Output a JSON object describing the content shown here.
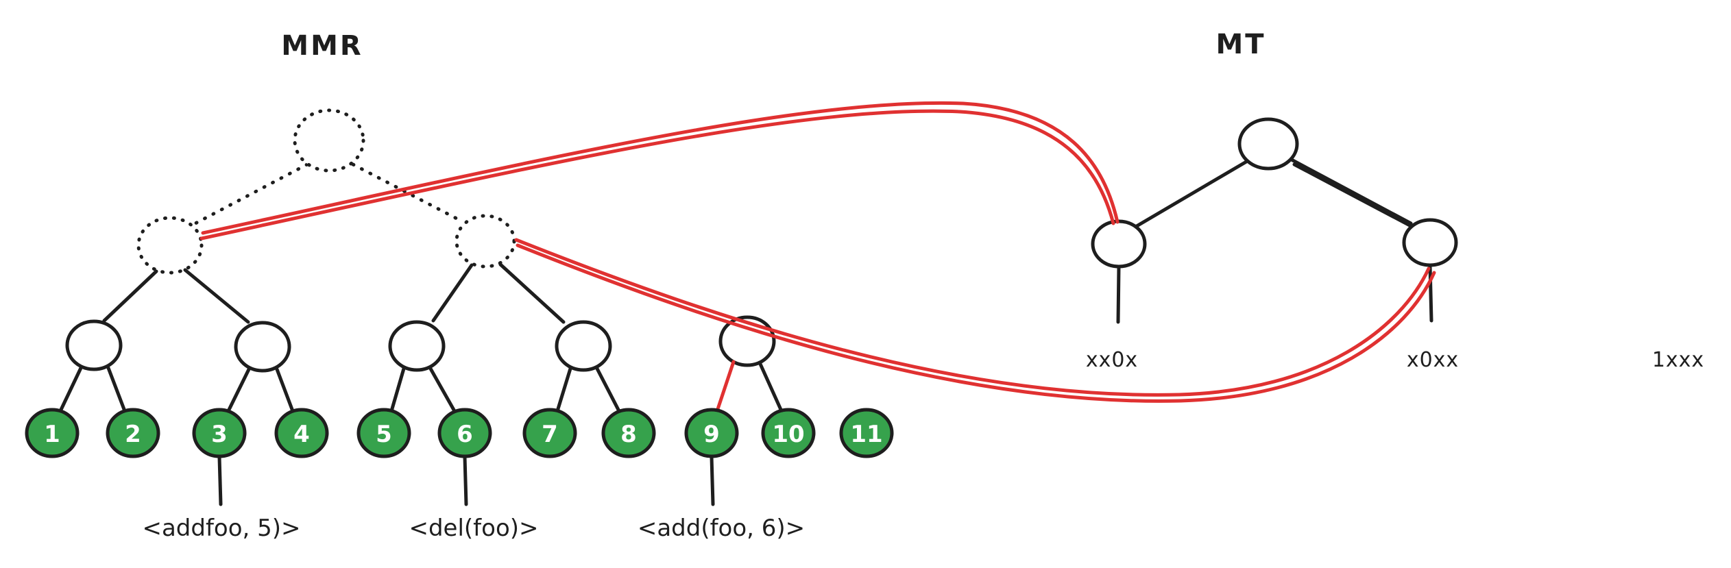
{
  "mmr": {
    "title": "MMR",
    "leaves": [
      "1",
      "2",
      "3",
      "4",
      "5",
      "6",
      "7",
      "8",
      "9",
      "10",
      "11"
    ],
    "operations": [
      "<addfoo, 5)>",
      "<del(foo)>",
      "<add(foo, 6)>"
    ]
  },
  "mt": {
    "title": "MT",
    "node_labels": [
      "xx0x",
      "x0xx",
      "1xxx"
    ]
  },
  "colors": {
    "leaf_green": "#36a24c",
    "highlight_red": "#e03131",
    "stroke_black": "#1e1e1e",
    "background": "#ffffff"
  }
}
